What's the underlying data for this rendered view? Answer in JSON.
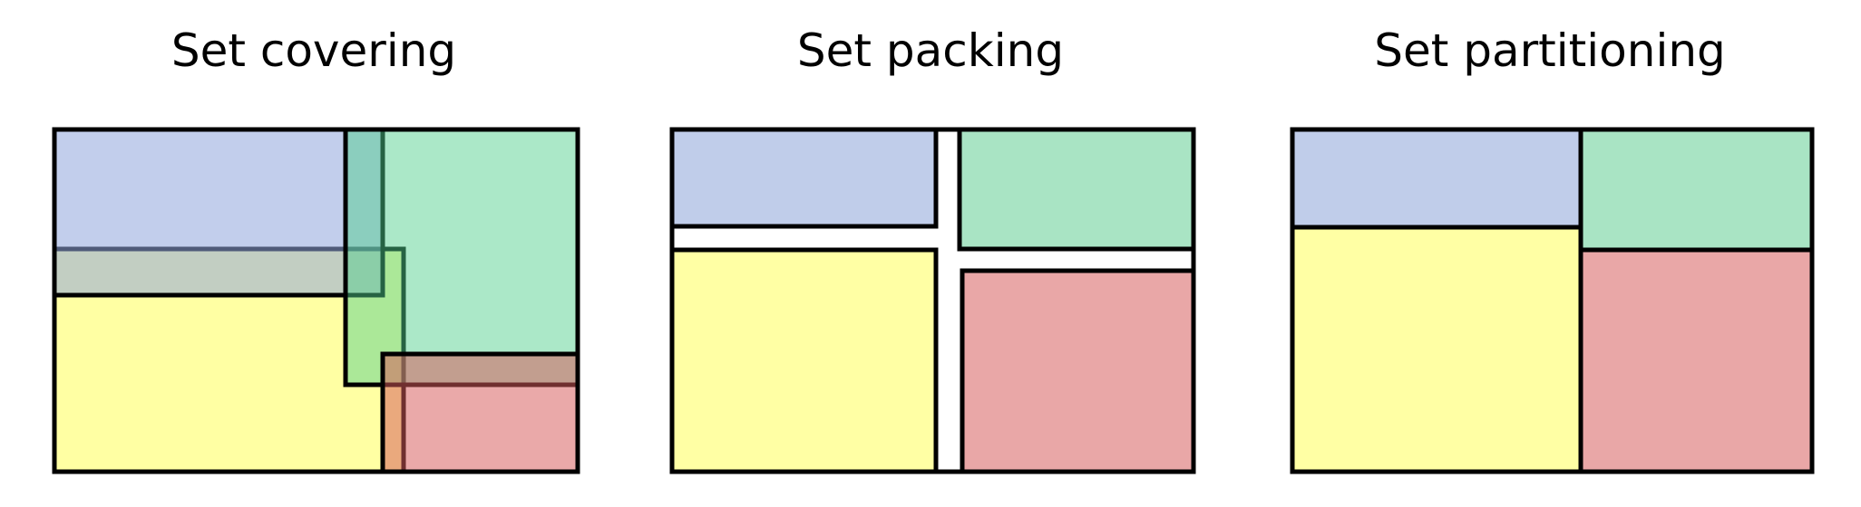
{
  "panels": {
    "covering": {
      "title": "Set covering"
    },
    "packing": {
      "title": "Set packing"
    },
    "partitioning": {
      "title": "Set partitioning"
    }
  },
  "colors": {
    "blue": "#c0cdea",
    "green": "#a9e4c4",
    "yellow": "#ffffa4",
    "red": "#e9a7a7",
    "stroke": "#000000",
    "background": "#ffffff"
  }
}
